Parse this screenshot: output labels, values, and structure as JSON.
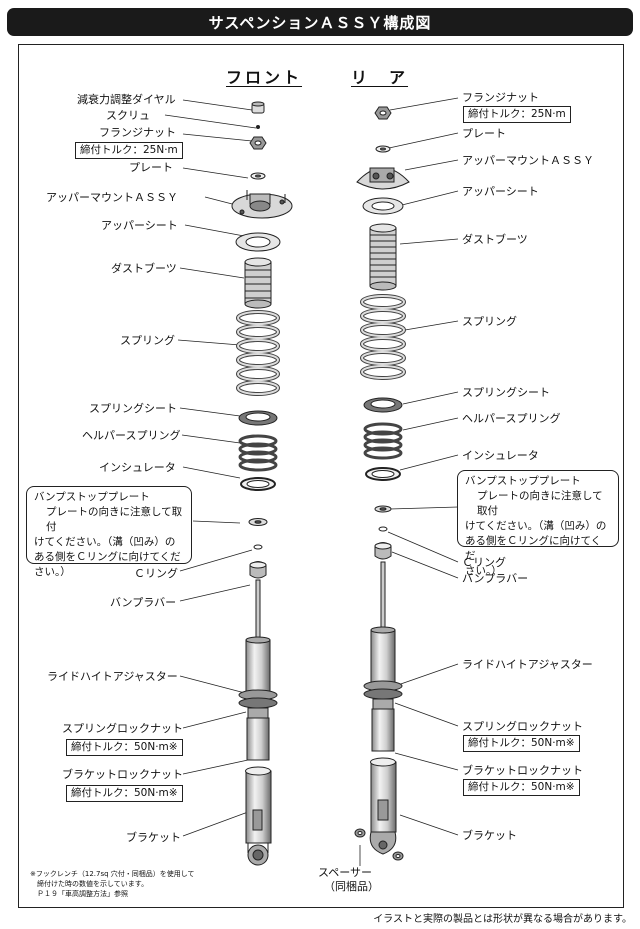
{
  "title": "サスペンションＡＳＳＹ構成図",
  "headers": {
    "front": "フロント",
    "rear": "リ　ア"
  },
  "front_labels": {
    "damping_dial": "減衰力調整ダイヤル",
    "screw": "スクリュ",
    "flange_nut": "フランジナット",
    "torque_flange": "締付トルク：25N·m",
    "plate": "プレート",
    "upper_mount": "アッパーマウントＡＳＳＹ",
    "upper_seat": "アッパーシート",
    "dust_boots": "ダストブーツ",
    "spring": "スプリング",
    "spring_seat": "スプリングシート",
    "helper_spring": "ヘルパースプリング",
    "insulator": "インシュレータ",
    "c_ring": "Ｃリング",
    "bump_rubber": "バンプラバー",
    "ride_height": "ライドハイトアジャスター",
    "spring_lock_nut": "スプリングロックナット",
    "torque_spring_lock": "締付トルク：50N·m※",
    "bracket_lock_nut": "ブラケットロックナット",
    "torque_bracket_lock": "締付トルク：50N·m※",
    "bracket": "ブラケット"
  },
  "rear_labels": {
    "flange_nut": "フランジナット",
    "torque_flange": "締付トルク：25N·m",
    "plate": "プレート",
    "upper_mount": "アッパーマウントＡＳＳＹ",
    "upper_seat": "アッパーシート",
    "dust_boots": "ダストブーツ",
    "spring": "スプリング",
    "spring_seat": "スプリングシート",
    "helper_spring": "ヘルパースプリング",
    "insulator": "インシュレータ",
    "c_ring": "Ｃリング",
    "bump_rubber": "バンプラバー",
    "ride_height": "ライドハイトアジャスター",
    "spring_lock_nut": "スプリングロックナット",
    "torque_spring_lock": "締付トルク：50N·m※",
    "bracket_lock_nut": "ブラケットロックナット",
    "torque_bracket_lock": "締付トルク：50N·m※",
    "bracket": "ブラケット",
    "spacer": "スペーサー",
    "spacer_note": "（同梱品）"
  },
  "bump_note_front": {
    "title": "バンプストッププレート",
    "body": [
      "プレートの向きに注意して取付",
      "けてください。（溝（凹み）の",
      "ある側をＣリングに向けてくだ",
      "さい。）"
    ]
  },
  "bump_note_rear": {
    "title": "バンプストッププレート",
    "body": [
      "プレートの向きに注意して取付",
      "けてください。（溝（凹み）の",
      "ある側をＣリングに向けてくだ",
      "さい。）"
    ]
  },
  "footnote": [
    "※フックレンチ（12.7sq 穴付・同梱品）を使用して",
    "　締付けた時の数値を示しています。",
    "　Ｐ１９「車高調整方法」参照"
  ],
  "disclaimer": "イラストと実際の製品とは形状が異なる場合があります。"
}
